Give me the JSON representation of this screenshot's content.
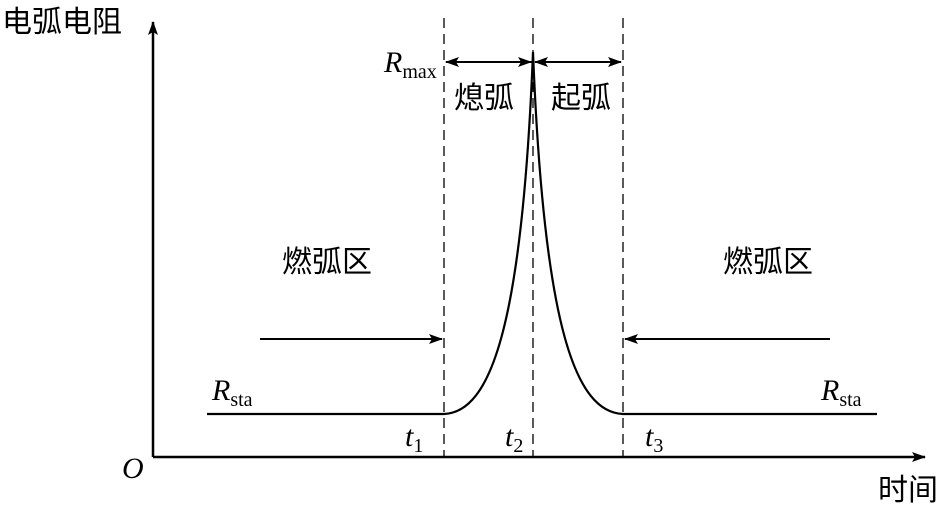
{
  "axes": {
    "y_label": "电弧电阻",
    "x_label": "时间",
    "origin": "O"
  },
  "regions": {
    "left_burning": "燃弧区",
    "right_burning": "燃弧区",
    "extinguish": "熄弧",
    "reignite": "起弧"
  },
  "labels": {
    "r_max": {
      "symbol": "R",
      "sub": "max"
    },
    "r_sta_left": {
      "symbol": "R",
      "sub": "sta"
    },
    "r_sta_right": {
      "symbol": "R",
      "sub": "sta"
    },
    "t1": {
      "symbol": "t",
      "sub": "1"
    },
    "t2": {
      "symbol": "t",
      "sub": "2"
    },
    "t3": {
      "symbol": "t",
      "sub": "3"
    }
  }
}
